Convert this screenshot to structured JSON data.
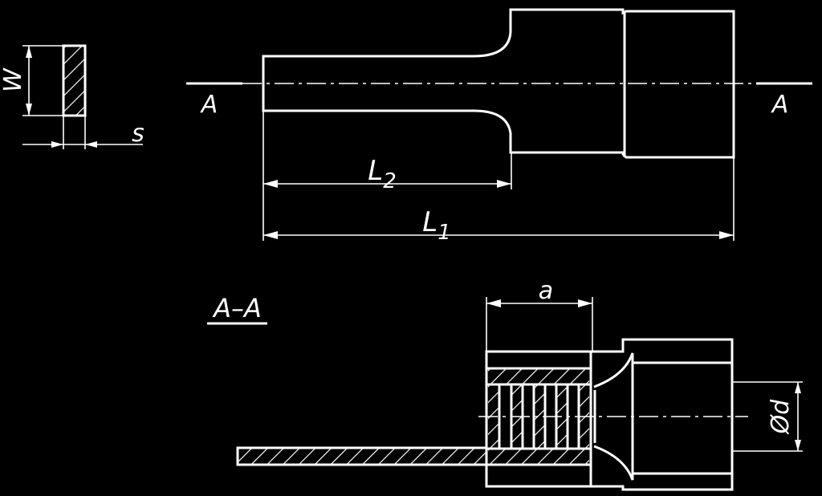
{
  "labels": {
    "w": "W",
    "s": "s",
    "l2_main": "L",
    "l2_sub": "2",
    "l1_main": "L",
    "l1_sub": "1",
    "section_left": "A",
    "section_right": "A",
    "section_title": "A–A",
    "a": "a",
    "d": "Ød"
  },
  "colors": {
    "background": "#000000",
    "line": "#ffffff"
  }
}
